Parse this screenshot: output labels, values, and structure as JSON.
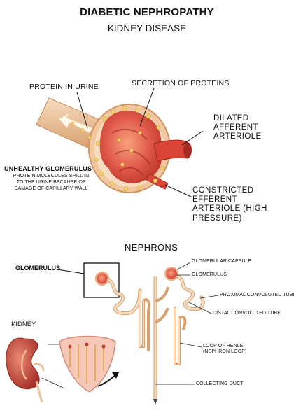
{
  "title": "DIABETIC NEPHROPATHY",
  "subtitle": "KIDNEY DISEASE",
  "glomerulus_labels": {
    "protein_in_urine": "PROTEIN IN URINE",
    "secretion": "SECRETION OF PROTEINS",
    "dilated": "DILATED AFFERENT ARTERIOLE",
    "constricted": "CONSTRICTED EFFERENT ARTERIOLE (HIGH PRESSURE)",
    "unhealthy_title": "UNHEALTHY GLOMERULUS",
    "unhealthy_desc": "PROTEIN MOLECULES SPILL IN TO THE URINE BECAUSE OF DAMAGE OF CAPILLARY WALL"
  },
  "nephron_labels": {
    "heading": "NEPHRONS",
    "glomerulus": "GLOMERULUS",
    "kidney": "KIDNEY",
    "glomerular_capsule": "GLOMERULAR CAPSULE",
    "glomerulus_small": "GLOMERULUS",
    "proximal": "PROXIMAL CONVOLUTED TUBE",
    "distal": "DISTAL CONVOLUTED TUBE",
    "loop": "LOOP OF HENLE (NEPHRON LOOP)",
    "collecting": "COLLECTING DUCT"
  },
  "colors": {
    "tissue": "#e8564a",
    "tissue_dark": "#b8322c",
    "capsule": "#f2c9a2",
    "tubule": "#efc89c",
    "protein": "#f4d36b",
    "kidney": "#c0392b"
  }
}
